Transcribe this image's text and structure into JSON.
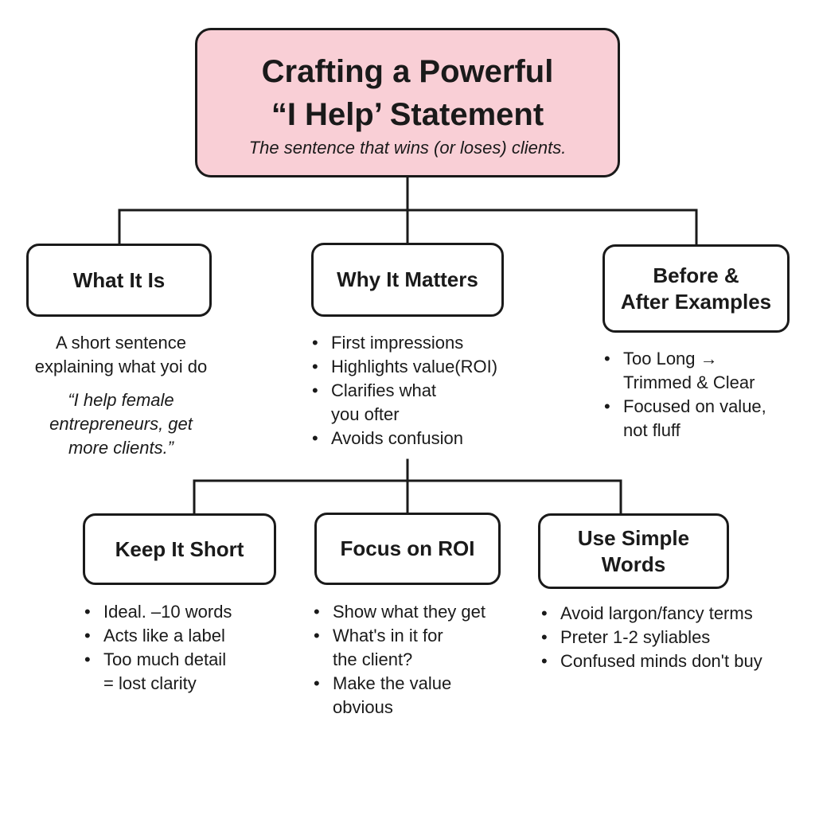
{
  "root": {
    "title": "Crafting a Powerful\n“I Help’ Statement",
    "subtitle": "The sentence that wins (or loses) clients."
  },
  "what_it_is": {
    "label": "What It Is",
    "description": "A short sentence\nexplaining what yoi do",
    "example_quote": "“I help female\nentrepreneurs, get\nmore clients.”"
  },
  "why_it_matters": {
    "label": "Why It Matters",
    "bullets": [
      "First impressions",
      "Highlights value(ROI)",
      "Clarifies what\nyou ofter",
      "Avoids confusion"
    ]
  },
  "before_after": {
    "label": "Before &\nAfter Examples",
    "bullets": [
      "Too Long  →\nTrimmed & Clear",
      "Focused on value,\nnot fluff"
    ]
  },
  "keep_short": {
    "label": "Keep It Short",
    "bullets": [
      "Ideal. –10 words",
      "Acts like a label",
      "Too much detail\n= lost clarity"
    ]
  },
  "focus_roi": {
    "label": "Focus on ROI",
    "bullets": [
      "Show what they get",
      "What's in it for\nthe client?",
      "Make the value\nobvious"
    ]
  },
  "simple_words": {
    "label": "Use Simple\nWords",
    "bullets": [
      "Avoid largon/fancy terms",
      "Preter 1-2 syliables",
      "Confused minds don't buy"
    ]
  },
  "colors": {
    "root_fill": "#f9cfd6",
    "stroke": "#1a1a1a",
    "background": "#ffffff"
  }
}
